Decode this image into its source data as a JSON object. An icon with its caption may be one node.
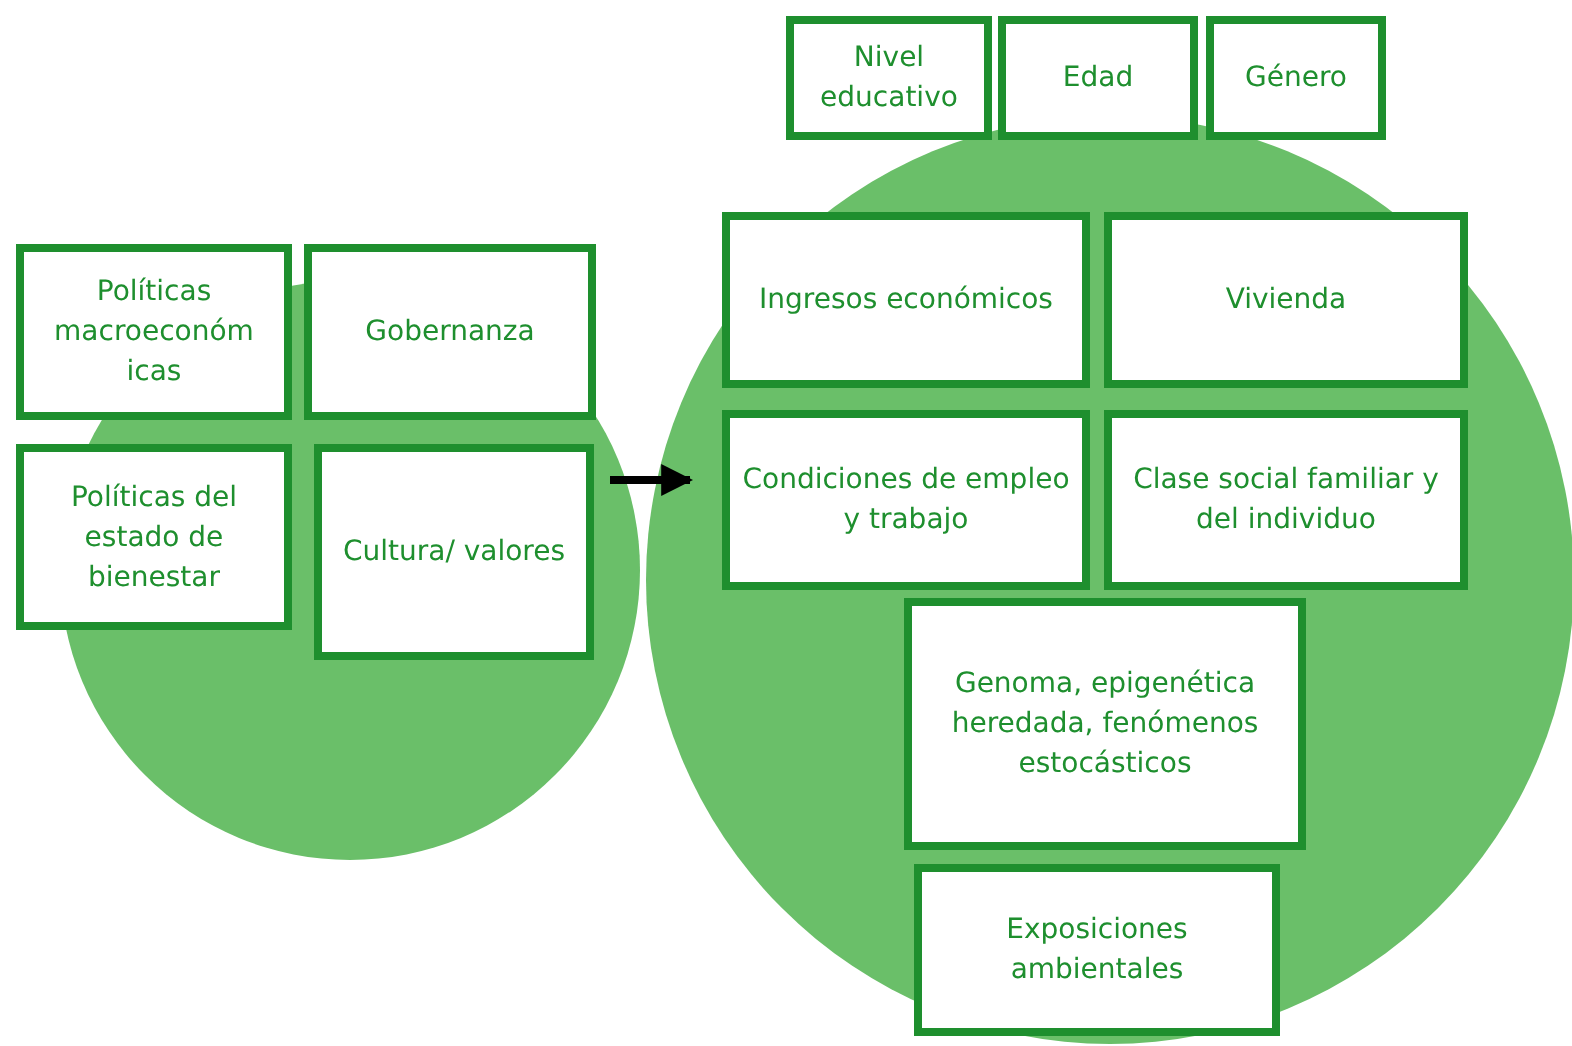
{
  "diagram": {
    "nodes": [
      {
        "text": [],
        "shape": "circle"
      },
      {
        "text": [
          "Políticas macroeconóm icas"
        ]
      },
      {
        "text": [
          "Gobernanza"
        ]
      },
      {
        "text": [
          "Políticas del estado de bienestar"
        ]
      },
      {
        "text": [
          "Cultura/ valores"
        ],
        "in": 0
      },
      {
        "text": [],
        "shape": "circle"
      },
      {
        "text": [
          "Nivel educativo"
        ]
      },
      {
        "text": [
          "Edad"
        ]
      },
      {
        "text": [
          "Género"
        ]
      },
      {
        "text": [
          "Ingresos económicos"
        ],
        "in": 5
      },
      {
        "text": [
          "Vivienda"
        ],
        "in": 5
      },
      {
        "text": [
          "Condiciones de empleo y trabajo"
        ],
        "in": 5
      },
      {
        "text": [
          "Clase social familiar y del individuo"
        ],
        "in": 5
      },
      {
        "text": [
          "Genoma, epigenética heredada, fenómenos estocásticos"
        ],
        "in": 5
      },
      {
        "text": [
          "Exposiciones ambientales"
        ],
        "in": 5
      }
    ],
    "edges": [
      {
        "from": 0,
        "to": 5,
        "arrow": "to"
      }
    ]
  }
}
